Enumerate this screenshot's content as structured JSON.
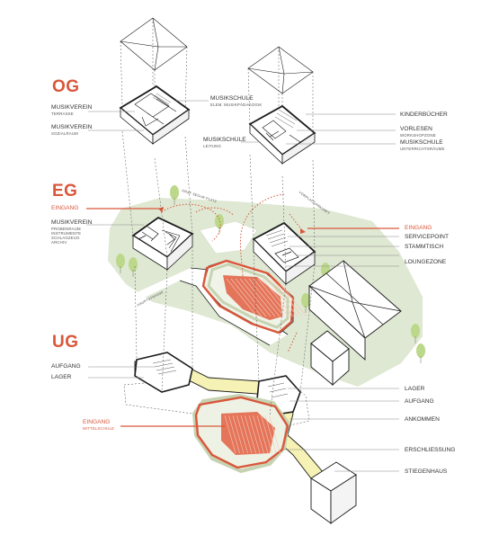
{
  "levels": {
    "og": "OG",
    "eg": "EG",
    "ug": "UG"
  },
  "og": {
    "musikverein_terrasse": {
      "title": "MUSIKVEREIN",
      "sub": "TERRASSE"
    },
    "musikverein_sozialraum": {
      "title": "MUSIKVEREIN",
      "sub": "SOZIALRAUM"
    },
    "musikschule_elem": {
      "title": "MUSIKSCHULE",
      "sub": "ELEM. MUSIKPÄDAGOGIK"
    },
    "musikschule_leitung": {
      "title": "MUSIKSCHULE",
      "sub": "LEITUNG"
    },
    "kinderbuecher": {
      "title": "KINDERBÜCHER"
    },
    "vorlesen": {
      "title": "VORLESEN",
      "sub": "WORKSHOPZONE"
    },
    "musikschule_unterricht": {
      "title": "MUSIKSCHULE",
      "sub": "UNTERRICHTSRÄUME"
    }
  },
  "eg": {
    "eingang_left": "EINGANG",
    "musikverein": {
      "title": "MUSIKVEREIN",
      "items": [
        "PROBENRAUM",
        "INSTRUMENTE",
        "SCHLAGZEUG",
        "ARCHIV"
      ]
    },
    "eingang_right": "EINGANG",
    "servicepoint": "SERVICEPOINT",
    "stammtisch": "STAMMTISCH",
    "loungezone": "LOUNGEZONE",
    "street_1": "GRAF SEGUR PLATZ",
    "street_2": "VORPLATZ/ANKUNFT",
    "street_3": "HAUPTSTRASSE"
  },
  "ug": {
    "aufgang_left": "AUFGANG",
    "lager_left": "LAGER",
    "eingang": {
      "title": "EINGANG",
      "sub": "MITTELSCHULE"
    },
    "lager_right": "LAGER",
    "aufgang_right": "AUFGANG",
    "ankommen": "ANKOMMEN",
    "erschliessung": "ERSCHLIESSUNG",
    "stiegenhaus": "STIEGENHAUS"
  },
  "colors": {
    "accent": "#d9573b",
    "green": "#dfe8d3",
    "tree": "#bcd88a",
    "yellow": "#f6f1b4",
    "line": "#1a1a1a",
    "leader": "#888888"
  }
}
